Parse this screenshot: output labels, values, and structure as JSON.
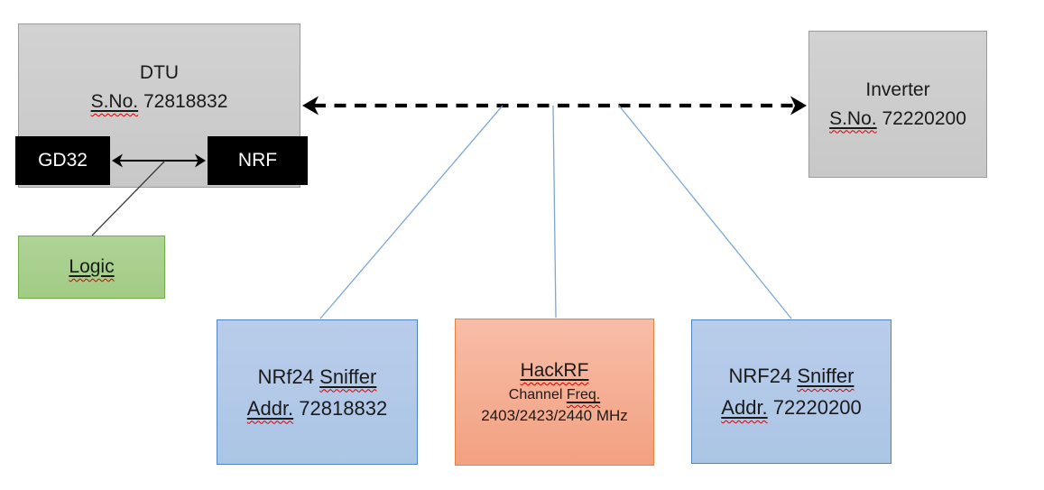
{
  "dtu": {
    "title": "DTU",
    "serial_prefix": "S.No.",
    "serial_number": "72818832",
    "chips": {
      "gd32": "GD32",
      "nrf": "NRF"
    }
  },
  "logic": {
    "label": "Logic"
  },
  "inverter": {
    "title": "Inverter",
    "serial_prefix": "S.No.",
    "serial_number": "72220200"
  },
  "sniffer_left": {
    "model": "NRf24",
    "role": "Sniffer",
    "addr_prefix": "Addr.",
    "addr_number": "72818832"
  },
  "hackrf": {
    "title": "HackRF",
    "channel_word": "Channel",
    "freq_word": "Freq.",
    "frequencies": "2403/2423/2440 MHz"
  },
  "sniffer_right": {
    "model": "NRF24",
    "role": "Sniffer",
    "addr_prefix": "Addr.",
    "addr_number": "72220200"
  },
  "colors": {
    "gray_fill": "#cdcdcd",
    "gray_border": "#9b9b9b",
    "chip_black": "#000000",
    "green_fill": "#a9d08e",
    "green_border": "#70ad47",
    "blue_fill": "#b1c9e8",
    "blue_border": "#4f84c4",
    "orange_fill": "#f5ab8c",
    "orange_border": "#e8803c",
    "connector_blue": "#7ba7d7",
    "arrow_black": "#000000",
    "spellcheck_red": "#d40000"
  }
}
